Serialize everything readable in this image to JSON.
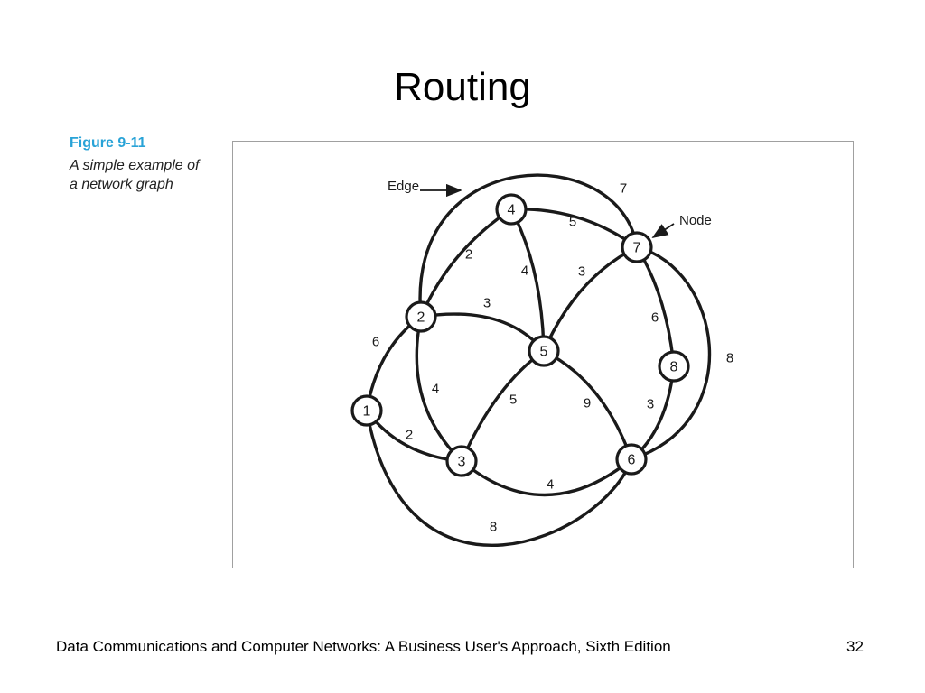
{
  "slide": {
    "title": "Routing",
    "footer": "Data Communications and Computer Networks: A Business User's Approach, Sixth Edition",
    "page_number": "32"
  },
  "figure": {
    "number": "Figure 9-11",
    "caption_line1": "A simple example of",
    "caption_line2": "a network graph",
    "callouts": {
      "edge": "Edge",
      "node": "Node"
    },
    "nodes": [
      {
        "id": "1",
        "label": "1"
      },
      {
        "id": "2",
        "label": "2"
      },
      {
        "id": "3",
        "label": "3"
      },
      {
        "id": "4",
        "label": "4"
      },
      {
        "id": "5",
        "label": "5"
      },
      {
        "id": "6",
        "label": "6"
      },
      {
        "id": "7",
        "label": "7"
      },
      {
        "id": "8",
        "label": "8"
      }
    ],
    "edges": [
      {
        "from": "1",
        "to": "2",
        "weight": "6"
      },
      {
        "from": "1",
        "to": "3",
        "weight": "2"
      },
      {
        "from": "1",
        "to": "6",
        "weight": "8"
      },
      {
        "from": "2",
        "to": "4",
        "weight": "2"
      },
      {
        "from": "2",
        "to": "5",
        "weight": "3"
      },
      {
        "from": "2",
        "to": "3",
        "weight": "4"
      },
      {
        "from": "2",
        "to": "7",
        "weight": "7"
      },
      {
        "from": "4",
        "to": "7",
        "weight": "5"
      },
      {
        "from": "4",
        "to": "5",
        "weight": "4"
      },
      {
        "from": "5",
        "to": "7",
        "weight": "3"
      },
      {
        "from": "5",
        "to": "3",
        "weight": "5"
      },
      {
        "from": "5",
        "to": "6",
        "weight": "9"
      },
      {
        "from": "3",
        "to": "6",
        "weight": "4"
      },
      {
        "from": "7",
        "to": "8",
        "weight": "6"
      },
      {
        "from": "8",
        "to": "6",
        "weight": "3"
      },
      {
        "from": "7",
        "to": "6",
        "weight": "8"
      }
    ]
  }
}
